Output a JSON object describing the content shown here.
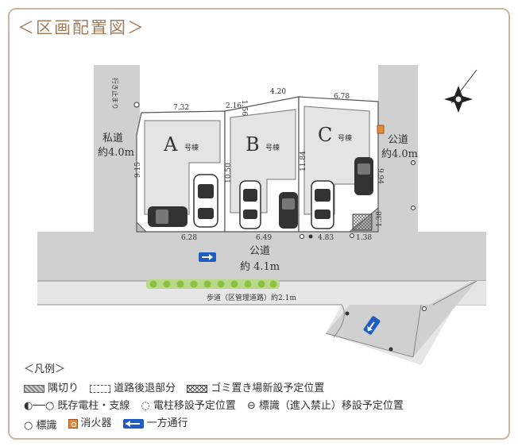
{
  "title": "＜区画配置図＞",
  "lots": [
    {
      "name": "A",
      "suffix": "号棟"
    },
    {
      "name": "B",
      "suffix": "号棟"
    },
    {
      "name": "C",
      "suffix": "号棟"
    }
  ],
  "dimensions": {
    "top_a": "7.32",
    "top_216": "2.16",
    "top_156": "1.56",
    "top_b": "4.20",
    "top_c": "6.78",
    "left_a": "9.15",
    "mid_b": "10.50",
    "mid_c": "11.84",
    "right_c": "9.94",
    "bottom_a": "6.28",
    "bottom_b": "6.49",
    "bottom_c": "4.83",
    "bottom_138": "1.38",
    "right_138": "1.38"
  },
  "roads": {
    "left_line1": "私道",
    "left_line2": "約4.0m",
    "left_vertical": "行き止まり",
    "right_line1": "公道",
    "right_line2": "約4.0m",
    "main_line1": "公道",
    "main_line2": "約 4.1m",
    "sidewalk": "歩道（区管理道路）約2.1m"
  },
  "legend": {
    "heading": "＜凡例＞",
    "corner_cut": "隅切り",
    "road_setback": "道路後退部分",
    "garbage_site": "ゴミ置き場新設予定位置",
    "pole_line1": "既存電柱・支線",
    "pole_move": "電柱移設予定位置",
    "sign_move": "標識（進入禁止）移設予定位置",
    "sign": "標識",
    "extinguisher": "消火器",
    "one_way": "一方通行"
  },
  "colors": {
    "road": "#d0d0d0",
    "lot": "#ffffff",
    "building": "#e4e4e4",
    "frame": "#c9b89f",
    "accent": "#a07d5b",
    "arrow": "#1f5cc4",
    "tree": "#8fbf3f"
  }
}
